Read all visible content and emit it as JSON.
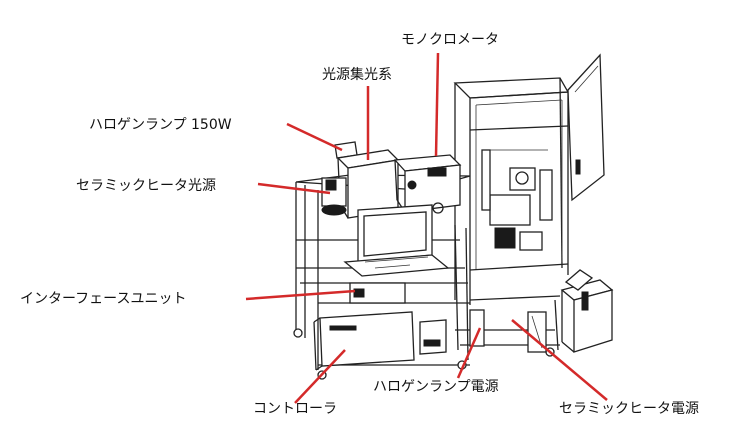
{
  "labels": {
    "monochromator": "モノクロメータ",
    "light_optics": "光源集光系",
    "halogen_lamp": "ハロゲンランプ 150W",
    "ceramic_heater_source": "セラミックヒータ光源",
    "interface_unit": "インターフェースユニット",
    "controller": "コントローラ",
    "halogen_power": "ハロゲンランプ電源",
    "ceramic_heater_power": "セラミックヒータ電源"
  },
  "colors": {
    "leader": "#d42a2a",
    "text": "#111111",
    "line": "#222222"
  }
}
